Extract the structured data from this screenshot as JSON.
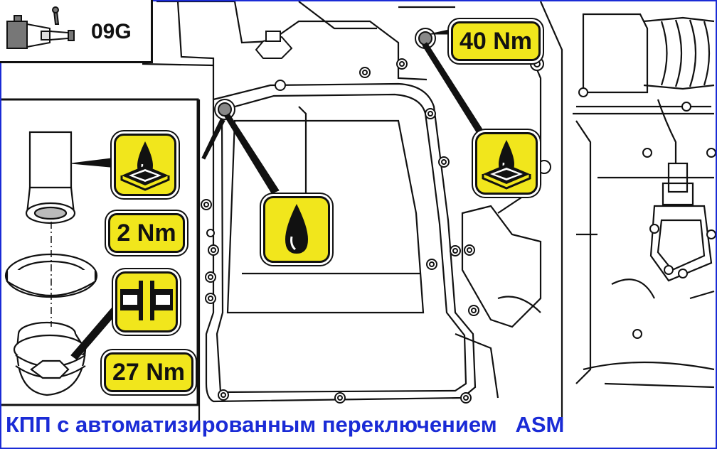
{
  "transmission_code": "09G",
  "labels": {
    "torque_top": "40 Nm",
    "torque_small": "2 Nm",
    "torque_plug": "27 Nm"
  },
  "caption": "КПП с автоматизированным переключением   ASM",
  "colors": {
    "badge_fill": "#f1e61c",
    "frame_blue": "#1a2bd6",
    "line": "#111111"
  },
  "icons": {
    "oil_fill": "oil-drop-on-tray-icon",
    "oil_drop": "oil-drop-icon",
    "seal": "seal-cross-section-icon",
    "transmission": "gearbox-icon"
  }
}
